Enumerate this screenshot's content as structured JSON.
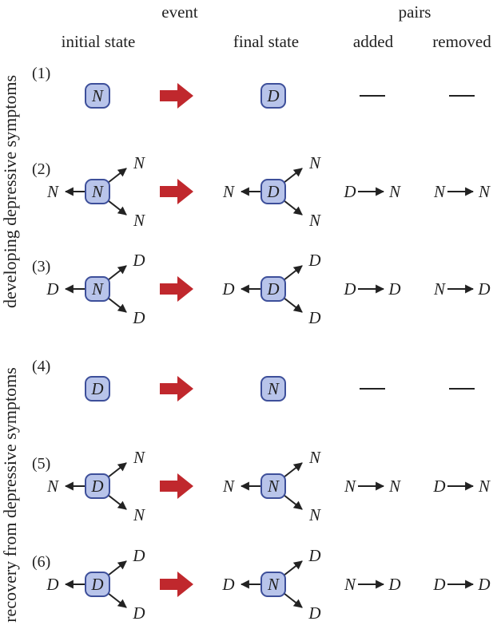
{
  "headers": {
    "event": "event",
    "pairs": "pairs",
    "initial_state": "initial state",
    "final_state": "final state",
    "added": "added",
    "removed": "removed"
  },
  "side_labels": {
    "developing": "developing depressive symptoms",
    "recovery": "recovery from depressive symptoms"
  },
  "colors": {
    "node_fill": "#b8c4ea",
    "node_stroke": "#3d4f9a",
    "event_arrow": "#c0282d"
  },
  "rows": [
    {
      "number": "(1)",
      "initial": "N",
      "final": "D",
      "neighbors": [],
      "added": "—",
      "removed": "—"
    },
    {
      "number": "(2)",
      "initial": "N",
      "final": "D",
      "neighbors": [
        "N",
        "N",
        "N"
      ],
      "added": [
        "D",
        "N"
      ],
      "removed": [
        "N",
        "N"
      ]
    },
    {
      "number": "(3)",
      "initial": "N",
      "final": "D",
      "neighbors": [
        "D",
        "D",
        "D"
      ],
      "added": [
        "D",
        "D"
      ],
      "removed": [
        "N",
        "D"
      ]
    },
    {
      "number": "(4)",
      "initial": "D",
      "final": "N",
      "neighbors": [],
      "added": "—",
      "removed": "—"
    },
    {
      "number": "(5)",
      "initial": "D",
      "final": "N",
      "neighbors": [
        "N",
        "N",
        "N"
      ],
      "added": [
        "N",
        "N"
      ],
      "removed": [
        "D",
        "N"
      ]
    },
    {
      "number": "(6)",
      "initial": "D",
      "final": "N",
      "neighbors": [
        "D",
        "D",
        "D"
      ],
      "added": [
        "N",
        "D"
      ],
      "removed": [
        "D",
        "D"
      ]
    }
  ]
}
